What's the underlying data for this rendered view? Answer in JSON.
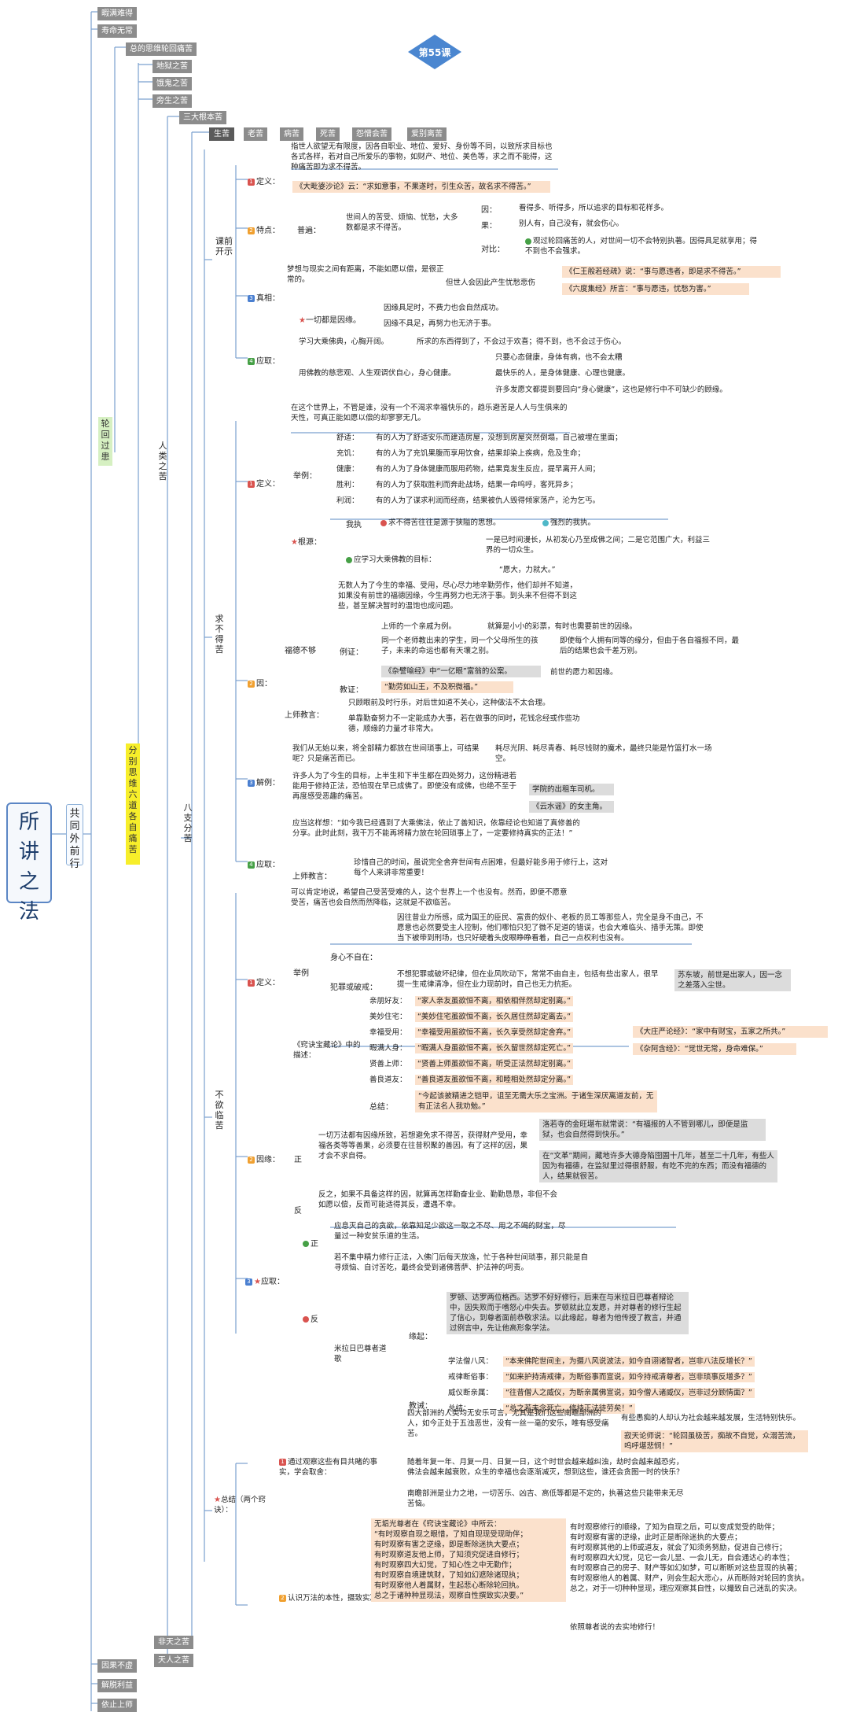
{
  "badge": {
    "label": "第55课"
  },
  "root": {
    "label": "所讲之法"
  },
  "gongtong": {
    "label": "共同外前行"
  },
  "lunhui": {
    "label": "轮回过患"
  },
  "fenbie": {
    "label": "分别思维六道各自痛苦"
  },
  "top_items": [
    "暇满难得",
    "寿命无常"
  ],
  "l3_items": [
    "总的思维轮回痛苦",
    "地狱之苦",
    "饿鬼之苦",
    "旁生之苦"
  ],
  "sandagen": "三大根本苦",
  "renlei": "人类之苦",
  "bazhi": "八支分苦",
  "sufferings": [
    "生苦",
    "老苦",
    "病苦",
    "死苦",
    "怨憎会苦",
    "爱别离苦"
  ],
  "bottom_items": [
    "非天之苦",
    "天人之苦"
  ],
  "final_items": [
    "因果不虚",
    "解脱利益",
    "依止上师"
  ],
  "s1": {
    "title": "课前开示",
    "def_label": "定义：",
    "def_text": "指世人欲望无有限度，因各自职业、地位、爱好、身份等不同，以致所求目标也各式各样，若对自己所爱乐的事物，如财产、地位、美色等，求之而不能得，这种痛苦即为求不得苦。",
    "def_quote": "《大毗婆沙论》云：“求如意事，不果遂时，引生众苦，故名求不得苦。”",
    "trait_label": "特点：",
    "puhen": "普遍：",
    "puhen_text": "世间人的苦受、烦恼、忧愁，大多数都是求不得苦。",
    "yin": "因：",
    "yin_text": "看得多、听得多，所以追求的目标和花样多。",
    "guo": "果：",
    "guo_text": "别人有，自己没有，就会伤心。",
    "duibi": "对比：",
    "duibi_text": "观过轮回痛苦的人，对世间一切不会特别执著。因得具足就享用；得不到也不会强求。",
    "zhenxiang_label": "真相：",
    "zhenxiang_text": "梦想与现实之间有距离，不能如愿以偿，是很正常的。",
    "dan_text": "但世人会因此产生忧愁悲伤",
    "zx_quote1": "《仁王般若经疏》说：“事与愿违者，即是求不得苦。”",
    "zx_quote2": "《六度集经》所言：“事与愿违，忧愁为害。”",
    "yiqie": "一切都是因缘。",
    "yinyuan1": "因缘具足时，不费力也会自然成功。",
    "yinyuan2": "因缘不具足，再努力也无济于事。",
    "yingqu_label": "应取：",
    "yingqu_text": "学习大乘佛典，心胸开阔。",
    "yingqu_t2": "所求的东西得到了，不会过于欢喜；得不到，也不会过于伤心。",
    "yongfo": "用佛教的慈悲观、人生观调伏自心，身心健康。",
    "jk1": "只要心态健康，身体有病，也不会太糟",
    "jk2": "最快乐的人，是身体健康、心理也健康。",
    "jk3": "许多发愿文都提到要回向“身心健康”，这也是修行中不可缺少的顾缘。"
  },
  "s2": {
    "title": "求不得苦",
    "def_label": "定义：",
    "def_text": "在这个世界上，不管是谁，没有一个不渴求幸福快乐的，趋乐避苦是人人与生俱来的天性，可真正能如愿以偿的却寥寥无几。",
    "juli": "举例：",
    "ex": [
      {
        "k": "舒适：",
        "v": "有的人为了舒适安乐而建造房屋，没想到房屋突然倒塌，自己被埋在里面；"
      },
      {
        "k": "充饥：",
        "v": "有的人为了充饥果腹而享用饮食，结果却染上疾病，危及生命；"
      },
      {
        "k": "健康：",
        "v": "有的人为了身体健康而服用药物，结果竟发生反应，提早离开人间；"
      },
      {
        "k": "胜利：",
        "v": "有的人为了获取胜利而奔赴战场，结果一命呜呼，客死异乡；"
      },
      {
        "k": "利润：",
        "v": "有的人为了谋求利润而经商，结果被仇人毁得倾家荡产，沦为乞丐。"
      }
    ],
    "genyuan": "根源：",
    "wozhi": "我执",
    "wozhi_t1": "求不得苦往往是源于狭隘的思想。",
    "wozhi_t2": "强烈的我执。",
    "yingxue": "应学习大乘佛教的目标：",
    "mubiao": "一是已时间漫长，从初发心乃至成佛之间；二是它范围广大，利益三界的一切众生。",
    "yuanda": "“愿大，力就大。”",
    "yin_label": "因：",
    "fude": "福德不够",
    "fude_text": "无数人为了今生的幸福、受用，尽心尽力地辛勤劳作，他们却并不知道，如果没有前世的福德因缘，今生再努力也无济于事。到头来不但得不到这些，甚至解决暂时的温饱也成问题。",
    "lizheng": "例证：",
    "lz1": "上师的一个亲戚为例。",
    "lz1b": "就算是小小的彩票，有时也需要前世的因缘。",
    "lz2": "同一个老师教出来的学生，同一个父母所生的孩子，未来的命运也都有天壤之别。",
    "lz2b": "即使每个人拥有同等的缘分，但由于各自福报不同，最后的结果也会千差万别。",
    "lz3": "《杂譬喻经》中“一亿眼”富翁的公案。",
    "lz3b": "前世的愿力和因缘。",
    "jiaozheng": "教证：",
    "jz": "“勤劳如山王，不及积微福。”",
    "shangshi": "上师教言：",
    "ss1": "只顾眼前及时行乐，对后世如道不关心，这种做法不太合理。",
    "ss2": "单靠勤奋努力不一定能成办大事，若在做事的同时，花钱念经或作些功德，顺缘的力量才非常大。",
    "jing_label": "解例：",
    "jing1": "我们从无始以来，将全部精力都放在世间琐事上，可结果呢？只是痛苦而已。",
    "jing1b": "耗尽光阴、耗尽青春、耗尽钱财的魔术，最终只能是竹篮打水一场空。",
    "jing2": "许多人为了今生的目标，上半生和下半生都在四处努力，这份精进若能用于修持正法，恐怕现在早已成佛了。即使没有成佛，也绝不至于再度感受恶趣的痛苦。",
    "jing2a": "学院的出租车司机。",
    "jing2b": "《云水谣》的女主角。",
    "yingqu": "应取：",
    "yq1": "应当这样想：“如今我已经遇到了大乘佛法，依止了善知识，依靠经论也知道了真修善的分享。此时此刻，我干万不能再将精力放在轮回琐事上了，一定要修持真实的正法！”",
    "yq_ss": "上师教言：",
    "yq2": "珍惜自己的时间，虽说完全舍弃世间有点困难，但最好能多用于修行上，这对每个人来讲非常重要！"
  },
  "s3": {
    "title": "不欲临苦",
    "def_label": "定义：",
    "def_text": "可以肯定地说，希望自己受苦受难的人，这个世界上一个也没有。然而，即便不愿意受苦，痛苦也会自然而然降临，这就是不欲临苦。",
    "juli": "举例",
    "shenxin": "身心不自在：",
    "shenxin_text": "因往昔业力所感，成为国王的臣民、富贵的奴仆、老板的员工等那些人，完全是身不由己，不愿意也必然要受主人控制，他们哪怕只犯了微不足道的错误，也会大难临头、措手无策。即使当下被带到刑场，也只好硬着头皮眼睁睁看着，自己一点权利也没有。",
    "fanzui": "犯罪或破戒：",
    "fanzui_text": "不想犯罪或破坏纪律，但在业风吹动下，常常不由自主，包括有些出家人，很早提一生戒律清净，但在业力现前时，自己也无力抗拒。",
    "suleng": "苏东坡，前世是出家人，因一念之差落入尘世。",
    "qiao": "《窍诀宝藏论》中的描述：",
    "qlist": [
      {
        "k": "亲朋好友：",
        "v": "“家人亲友虽欲恒不离，相依相伴然却定别离。”"
      },
      {
        "k": "美妙住宅：",
        "v": "“美妙住宅虽欲恒不离，长久居住然却定离去。”"
      },
      {
        "k": "幸福受用：",
        "v": "“幸福受用虽欲恒不离，长久享受然却定舍弃。”"
      },
      {
        "k": "暇满人身：",
        "v": "“暇满人身虽欲恒不离，长久留世然却定死亡。”"
      },
      {
        "k": "贤善上师：",
        "v": "“贤善上师虽欲恒不离，听受正法然却定别离。”"
      },
      {
        "k": "善良道友：",
        "v": "“善良道友虽欲恒不离，和睦相处然却定分离。”"
      }
    ],
    "q_side1": "《大庄严论经》：“家中有财宝，五家之所共。”",
    "q_side2": "《杂阿含经》：“觉世无常，身命难保。”",
    "zongjie": "总结：",
    "zj": "“今起该披精进之铠甲，诅至无需大乐之宝洲。于诸生深厌离道友前，无有正法名人我劝勉。”",
    "yinyuan": "因缘：",
    "zheng": "正",
    "z_text": "一切万法都有因缘所致，若想避免求不得苦，获得财产受用，幸福各类等等善果，必须要在往昔积聚的善因。有了这样的因，果才会不求自得。",
    "z_gray1": "洛若寺的金旺堪布就常说：“有福报的人不管到哪儿，即便是监狱，也会自然得到快乐。”",
    "z_gray2": "在“文革”期间，藏地许多大德身陷囹圄十几年，甚至二十几年，有些人因为有福德，在监狱里过得很舒服，有吃不完的东西；而没有福德的人，结果就很苦。",
    "fan": "反",
    "f_text": "反之，如果不具备这样的因，就算再怎样勤奋业业、勤勤恳恳，非但不会如愿以偿，反而可能适得其反，遭遇不幸。",
    "yingqu": "应取：",
    "zheng2": "正",
    "z2_text": "应息灭自己的贪欲，依靠知足少欲这一取之不尽、用之不竭的财宝，尽量过一种安贫乐道的生活。",
    "fan2": "反",
    "f2_text": "若不集中精力修行正法，入佛门后每天放逸，忙于各种世间琐事，那只能是自寻烦恼、自讨苦吃，最终会受到诸佛菩萨、护法神的呵责。",
    "mila": "米拉日巴尊者道歌",
    "yuanqi": "缘起：",
    "yq_text": "罗顿、达罗两位格西。达罗不好好修行，后来在与米拉日巴尊者辩论中，因失败而于嗜怒心中失去。罗顿就此立发愿，并对尊者的修行生起了信心，到尊者面前恭敬求法。以此缘起，尊者为他传授了教言，并通过例言中，先让他高形象学法。",
    "jiaocheng": "教诫：",
    "jclist": [
      {
        "k": "学法僧八风：",
        "v": "“本来佛陀世间主，为摄八风说波法，如今自诩诸智者，岂非八法反增长？”"
      },
      {
        "k": "戒律断俗事：",
        "v": "“如来护持清戒律，为断俗事而宣说，如今持戒清尊者，岂非琐事反增多？”"
      },
      {
        "k": "威仪断亲属：",
        "v": "“往昔僧人之威仪，为断亲属佛宣说，如今僧人诸威仪，岂非过分顾情面？”"
      },
      {
        "k": "总结：",
        "v": "“总之若未念死亡，修持正法徒劳矣！”"
      }
    ]
  },
  "s4": {
    "title": "总结（两个窍诀）：",
    "k1": "通过观察这些有目共睹的事实，学会取舍：",
    "k1a": "四大部洲的人类均无安乐可言，尤其是我们这些南瞻部洲的人，如今正处于五浊恶世，没有一丝一毫的安乐，唯有感受痛苦。",
    "k1a_side": "有些愚痴的人却认为社会越来越发展，生活特别快乐。",
    "k1a_quote": "寂天论师说：“轮回虽极苦，痴故不自觉，众溺苦流，呜呼堪悲悯！”",
    "k1b": "随着年复一年、月复一月、日复一日，这个时世会越来越纠浊，劫时会越来越恐劣，佛法会越来越衰败，众生的幸福也会逐渐减灭，想到这些，谁还会贪图一时的快乐？",
    "k1c": "南瞻部洲是业力之地，一切苦乐、凶吉、高低等都是不定的，执著这些只能带来无尽苦恼。",
    "k2": "认识万法的本性，摄致实决：",
    "k2_text": "无垢光尊者在《窍诀宝藏论》中所云：\n“有时观察自现之眼惜，了知自现现受现助伴；\n有时观察有害之逆缘，即是断除迷执大要点；\n有时观察道友他上师，了知须究促进自修行；\n有时观察四大幻觉，了知心性之中无勤作；\n有时观察自境建筑财，了知如幻遮除诸现执；\n有时观察他人着属财，生起悲心断除轮回执。\n总之于诸种种显现法，观察自性撰致实决要。”",
    "k2_side": "有时观察修行的顺缘，了知为自现之后，可以变成觉受的助伴；\n有时观察有害的逆缘，此时正是断除迷执的大要点；\n有时观察其他的上师或道友，就会了知须务努励，促进自己修行；\n有时观察四大幻觉，见它一会儿显、一会儿无，自会通达心的本性；\n有时观察自己的房子、财产等如幻如梦，可以断断对这些显现的执著；\n有时观察他人的着属、财产，则会生起大悲心，从而断除对轮回的贪执。\n总之，对于一切种种显现，理应观察其自性，以撮致自己迷乱的实决。",
    "k2_tail": "依照尊者说的去实地修行！"
  }
}
